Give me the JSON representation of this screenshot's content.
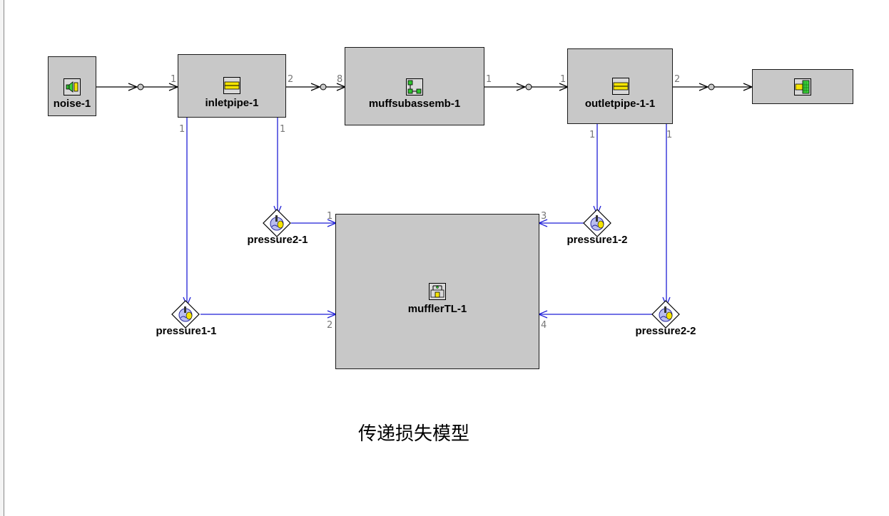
{
  "blocks": {
    "noise": {
      "label": "noise-1",
      "icon": "speaker-icon"
    },
    "inletpipe": {
      "label": "inletpipe-1",
      "icon": "pipe-icon",
      "port_left": "1",
      "port_right": "2",
      "port_bottom_a": "1",
      "port_bottom_b": "1"
    },
    "muffsub": {
      "label": "muffsubassemb-1",
      "icon": "subassembly-icon",
      "port_left": "8",
      "port_right": "1"
    },
    "outletpipe": {
      "label": "outletpipe-1-1",
      "icon": "pipe-icon",
      "port_left": "1",
      "port_right": "2",
      "port_bottom_a": "1",
      "port_bottom_b": "1"
    },
    "termination": {
      "label": "",
      "icon": "termination-icon"
    },
    "mufflertl": {
      "label": "mufflerTL-1",
      "icon": "transmission-loss-icon",
      "port_1": "1",
      "port_2": "2",
      "port_3": "3",
      "port_4": "4"
    }
  },
  "sensors": {
    "p21": {
      "label": "pressure2-1"
    },
    "p12": {
      "label": "pressure1-2"
    },
    "p11": {
      "label": "pressure1-1"
    },
    "p22": {
      "label": "pressure2-2"
    }
  },
  "caption": "传递损失模型",
  "colors": {
    "block_fill": "#c8c8c8",
    "acoustic_link": "#000000",
    "signal_link": "#1f1fd6",
    "port_label": "#777777"
  }
}
